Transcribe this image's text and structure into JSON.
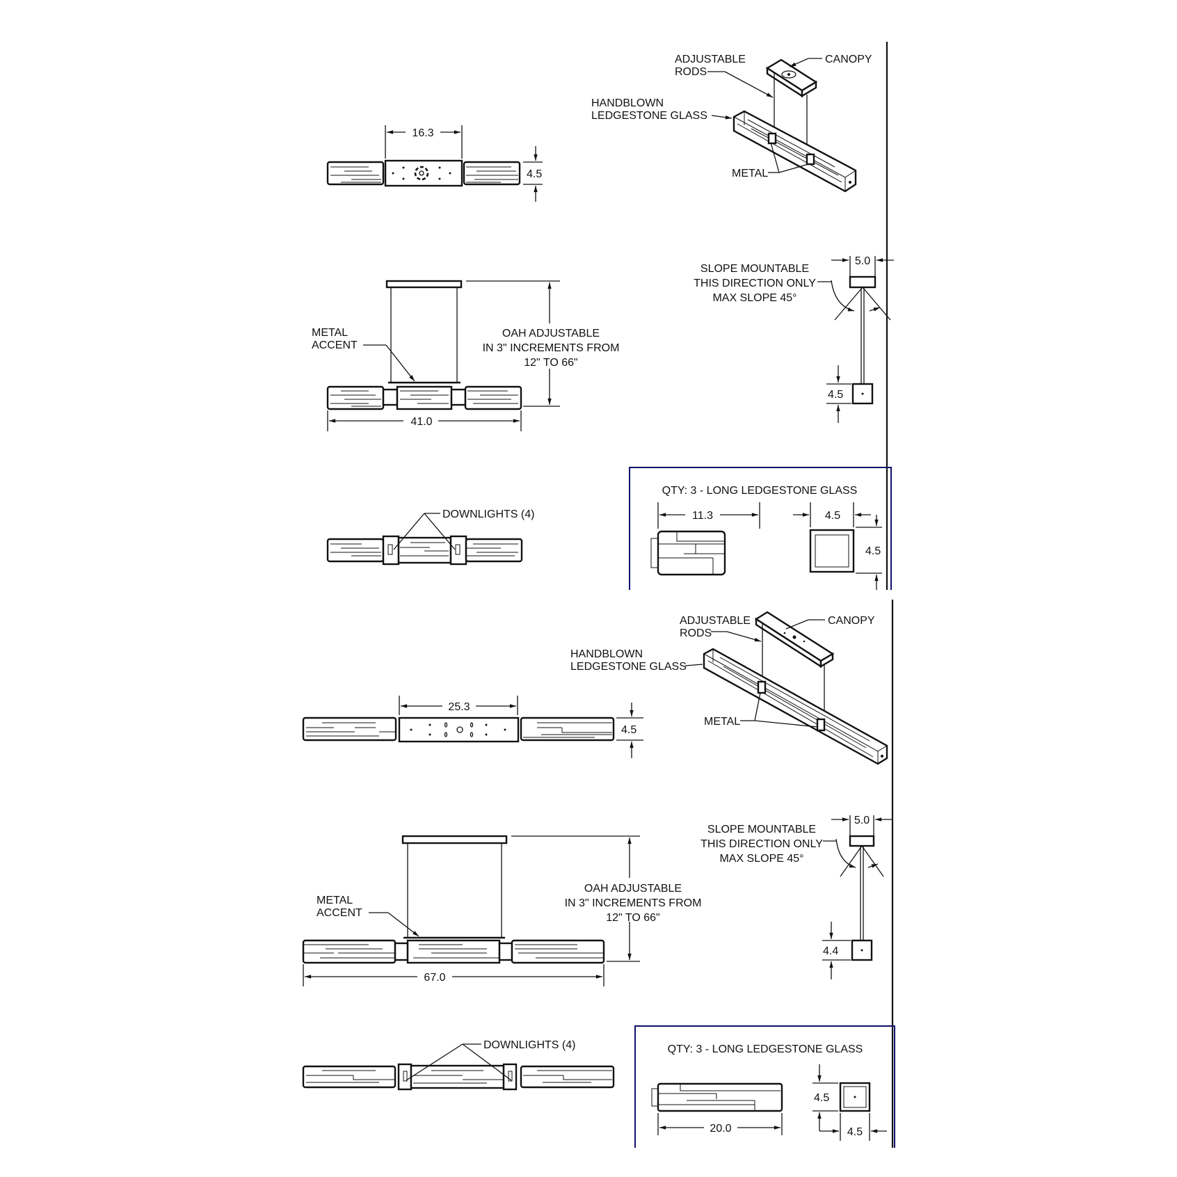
{
  "sheet_1": {
    "top_view": {
      "width_dim": "16.3",
      "height_dim": "4.5"
    },
    "iso_view": {
      "labels": {
        "rods": [
          "ADJUSTABLE",
          "RODS"
        ],
        "canopy": "CANOPY",
        "glass": [
          "HANDBLOWN",
          "LEDGESTONE GLASS"
        ],
        "metal": "METAL"
      }
    },
    "front_view": {
      "metal_accent": [
        "METAL",
        "ACCENT"
      ],
      "oah_note": [
        "OAH ADJUSTABLE",
        "IN 3\" INCREMENTS FROM",
        "12\" TO 66\""
      ],
      "overall_width": "41.0"
    },
    "side_view": {
      "canopy_width": "5.0",
      "slope_note": [
        "SLOPE MOUNTABLE",
        "THIS DIRECTION ONLY",
        "MAX SLOPE 45°"
      ],
      "body_height": "4.5"
    },
    "bottom_view": {
      "downlights": "DOWNLIGHTS (4)"
    },
    "glass_detail": {
      "title": "QTY:  3 - LONG LEDGESTONE GLASS",
      "length": "11.3",
      "width": "4.5",
      "height": "4.5"
    }
  },
  "sheet_2": {
    "top_view": {
      "width_dim": "25.3",
      "height_dim": "4.5"
    },
    "iso_view": {
      "labels": {
        "rods": [
          "ADJUSTABLE",
          "RODS"
        ],
        "canopy": "CANOPY",
        "glass": [
          "HANDBLOWN",
          "LEDGESTONE GLASS"
        ],
        "metal": "METAL"
      }
    },
    "front_view": {
      "metal_accent": [
        "METAL",
        "ACCENT"
      ],
      "oah_note": [
        "OAH ADJUSTABLE",
        "IN 3\" INCREMENTS FROM",
        "12\" TO 66\""
      ],
      "overall_width": "67.0"
    },
    "side_view": {
      "canopy_width": "5.0",
      "slope_note": [
        "SLOPE MOUNTABLE",
        "THIS DIRECTION ONLY",
        "MAX SLOPE 45°"
      ],
      "body_height": "4.4"
    },
    "bottom_view": {
      "downlights": "DOWNLIGHTS (4)"
    },
    "glass_detail": {
      "title": "QTY:  3 - LONG LEDGESTONE GLASS",
      "length": "20.0",
      "width": "4.5",
      "height": "4.5"
    }
  },
  "colors": {
    "line": "#111111",
    "frame": "#10106a",
    "background": "#ffffff"
  }
}
